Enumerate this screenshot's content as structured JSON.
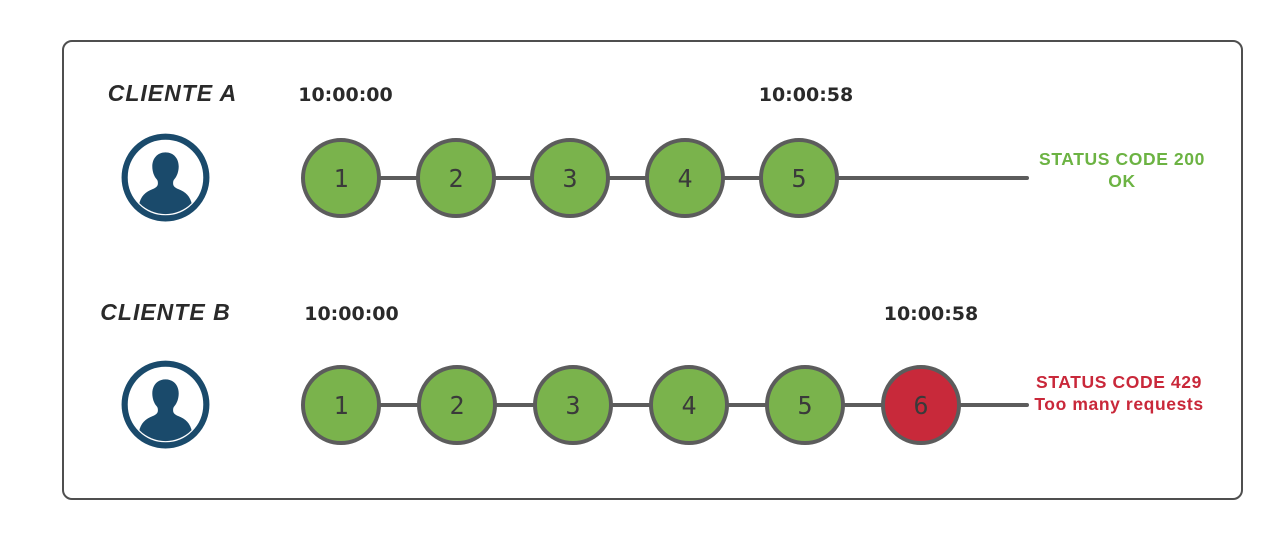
{
  "colors": {
    "success-green": "#7ab34c",
    "error-red": "#c8293a",
    "status-green-text": "#6cb343",
    "status-red-text": "#c9283a",
    "avatar-navy": "#1a4a6b",
    "node-border-gray": "#5c5c5c",
    "line-gray": "#5c5c5c",
    "frame-border": "#4f4f4f",
    "text-dark": "#2a2a2a"
  },
  "icons": {
    "client_a": "user-avatar-icon",
    "client_b": "user-avatar-icon"
  },
  "rows": [
    {
      "client_label": "CLIENTE A",
      "start_time": "10:00:00",
      "end_time": "10:00:58",
      "requests": [
        {
          "label": "1",
          "status": "ok"
        },
        {
          "label": "2",
          "status": "ok"
        },
        {
          "label": "3",
          "status": "ok"
        },
        {
          "label": "4",
          "status": "ok"
        },
        {
          "label": "5",
          "status": "ok"
        }
      ],
      "status": {
        "state": "ok",
        "code_line": "STATUS CODE 200",
        "message_line": "OK"
      }
    },
    {
      "client_label": "CLIENTE B",
      "start_time": "10:00:00",
      "end_time": "10:00:58",
      "requests": [
        {
          "label": "1",
          "status": "ok"
        },
        {
          "label": "2",
          "status": "ok"
        },
        {
          "label": "3",
          "status": "ok"
        },
        {
          "label": "4",
          "status": "ok"
        },
        {
          "label": "5",
          "status": "ok"
        },
        {
          "label": "6",
          "status": "blocked"
        }
      ],
      "status": {
        "state": "blocked",
        "code_line": "STATUS CODE 429",
        "message_line": "Too many requests"
      }
    }
  ]
}
